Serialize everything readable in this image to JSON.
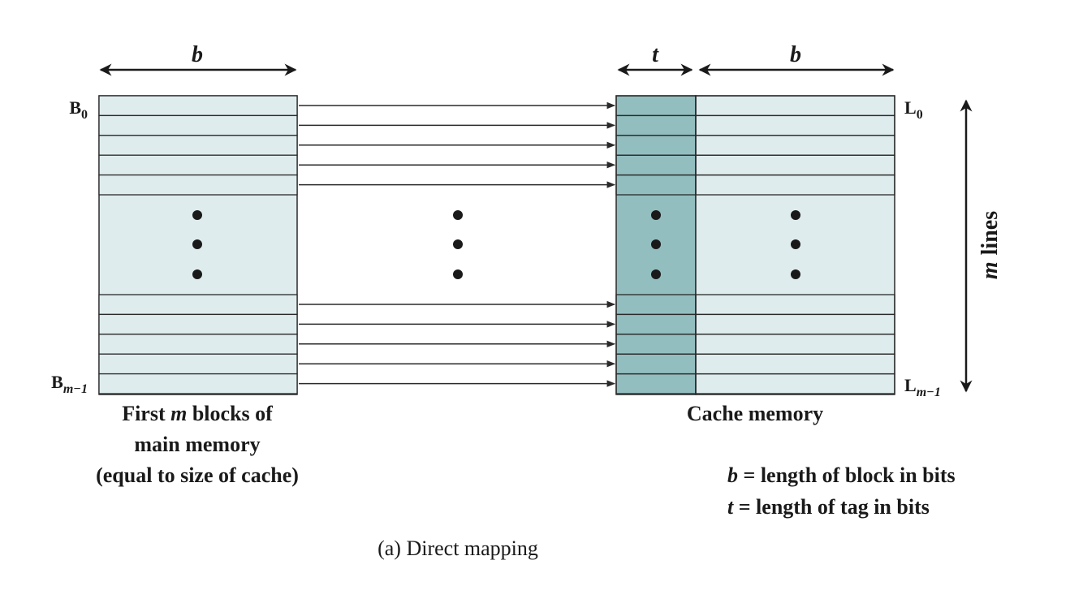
{
  "dims": {
    "block_width_var": "b",
    "tag_width_var": "t",
    "lines_count_var": "m",
    "lines_word": "lines"
  },
  "main_memory": {
    "first_label": {
      "base": "B",
      "sub": "0"
    },
    "last_label": {
      "base": "B",
      "sub": "m−1"
    },
    "caption": {
      "line1_pre": "First ",
      "line1_var": "m",
      "line1_post": " blocks of",
      "line2": "main memory",
      "line3": "(equal to size of cache)"
    }
  },
  "cache_memory": {
    "first_label": {
      "base": "L",
      "sub": "0"
    },
    "last_label": {
      "base": "L",
      "sub": "m−1"
    },
    "caption": "Cache memory"
  },
  "legend": [
    {
      "var": "b",
      "text": " = length of block in bits"
    },
    {
      "var": "t",
      "text": " = length of tag in bits"
    }
  ],
  "figure_caption": "(a) Direct mapping",
  "colors": {
    "block_fill": "#dfecee",
    "tag_fill": "#93bebf",
    "line": "#2a2a2a",
    "text": "#1a1a1a"
  }
}
